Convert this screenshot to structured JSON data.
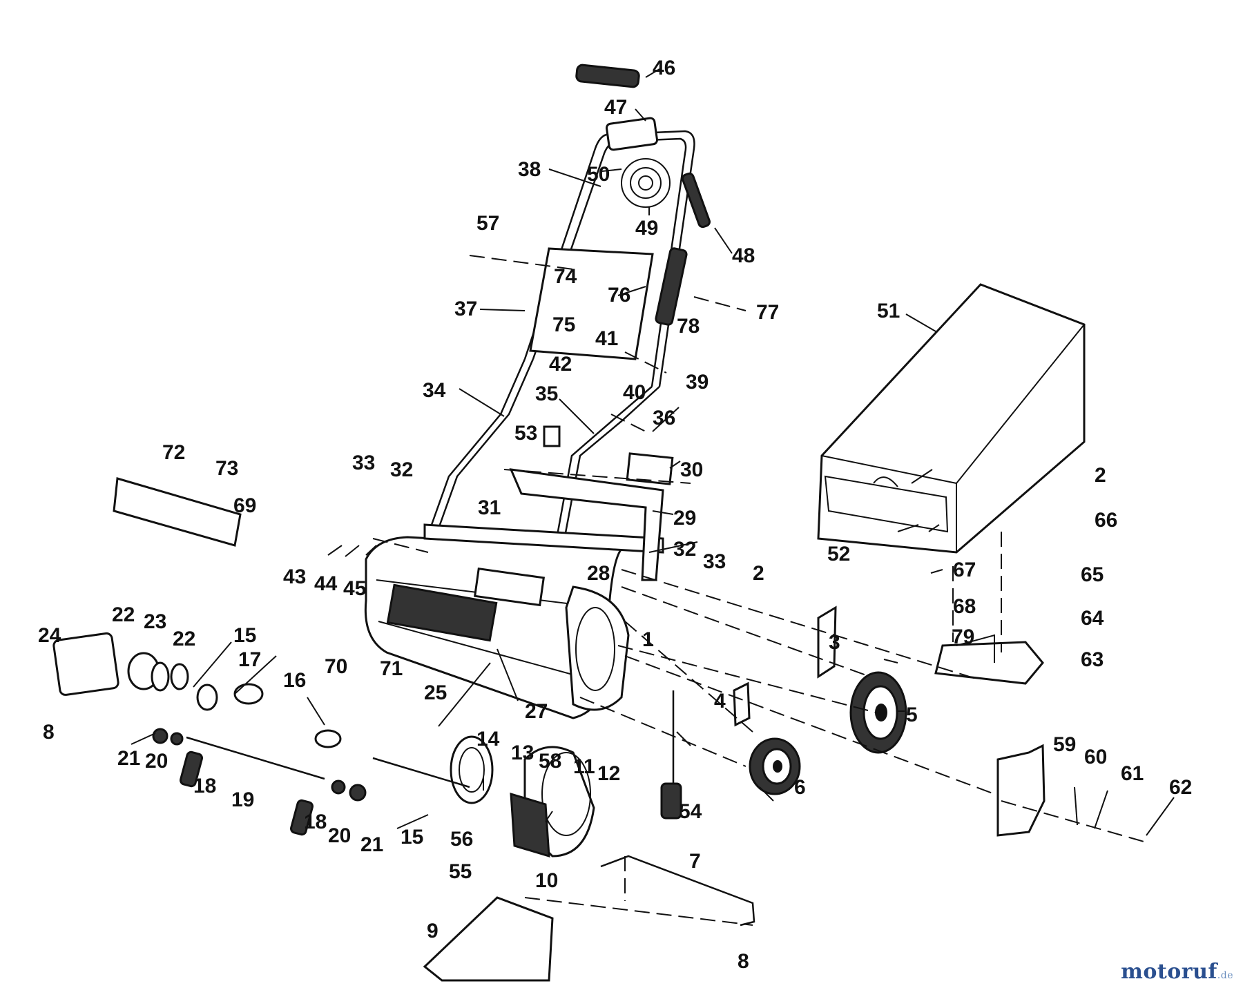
{
  "labels": {
    "l1": "1",
    "l2a": "2",
    "l2b": "2",
    "l3": "3",
    "l4": "4",
    "l5": "5",
    "l6": "6",
    "l7": "7",
    "l8a": "8",
    "l8b": "8",
    "l9": "9",
    "l10": "10",
    "l11": "11",
    "l12": "12",
    "l13": "13",
    "l14": "14",
    "l15a": "15",
    "l15b": "15",
    "l16": "16",
    "l17": "17",
    "l18a": "18",
    "l18b": "18",
    "l19": "19",
    "l20a": "20",
    "l20b": "20",
    "l21a": "21",
    "l21b": "21",
    "l22a": "22",
    "l22b": "22",
    "l23": "23",
    "l24": "24",
    "l25": "25",
    "l27": "27",
    "l28": "28",
    "l29": "29",
    "l30": "30",
    "l31": "31",
    "l32a": "32",
    "l32b": "32",
    "l33a": "33",
    "l33b": "33",
    "l34": "34",
    "l35": "35",
    "l36": "36",
    "l37": "37",
    "l38": "38",
    "l39": "39",
    "l40": "40",
    "l41": "41",
    "l42": "42",
    "l43": "43",
    "l44": "44",
    "l45": "45",
    "l46": "46",
    "l47": "47",
    "l48": "48",
    "l49": "49",
    "l50": "50",
    "l51": "51",
    "l52": "52",
    "l53": "53",
    "l54": "54",
    "l55": "55",
    "l56": "56",
    "l57": "57",
    "l58": "58",
    "l59": "59",
    "l60": "60",
    "l61": "61",
    "l62": "62",
    "l63": "63",
    "l64": "64",
    "l65": "65",
    "l66": "66",
    "l67": "67",
    "l68": "68",
    "l69": "69",
    "l70": "70",
    "l71": "71",
    "l72": "72",
    "l73": "73",
    "l74": "74",
    "l75": "75",
    "l76": "76",
    "l77": "77",
    "l78": "78",
    "l79": "79"
  },
  "watermark": {
    "main": "motoruf",
    "tld": ".de"
  }
}
